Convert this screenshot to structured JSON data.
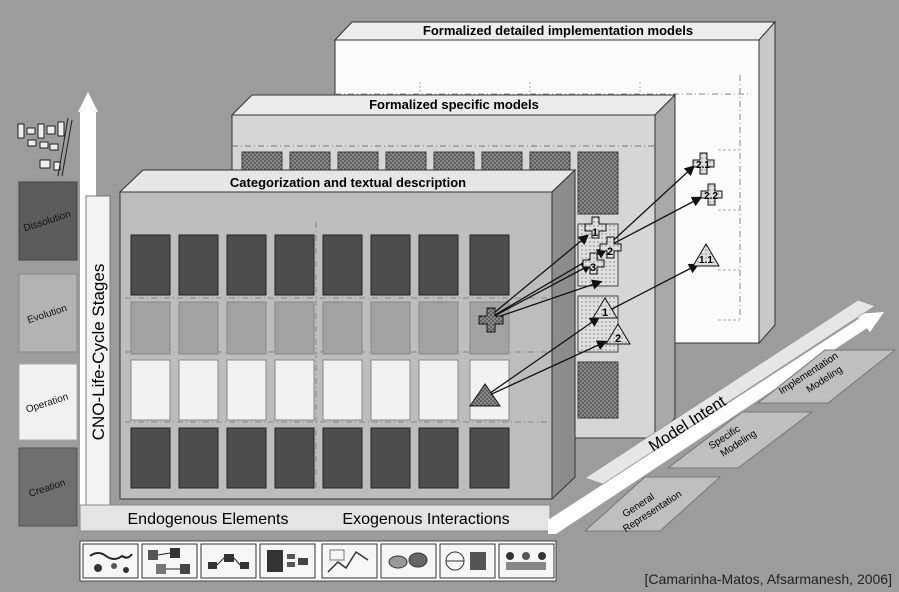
{
  "titles": {
    "back_box": "Formalized detailed implementation models",
    "mid_box": "Formalized specific models",
    "front_box": "Categorization and textual description"
  },
  "axes": {
    "vertical_label": "CNO-Life-Cycle Stages",
    "horizontal_left": "Endogenous Elements",
    "horizontal_right": "Exogenous Interactions",
    "depth_label": "Model Intent"
  },
  "stages": [
    "Dissolution",
    "Evolution",
    "Operation",
    "Creation"
  ],
  "model_intents": [
    [
      "General",
      "Representation"
    ],
    [
      "Specific",
      "Modeling"
    ],
    [
      "Implementation",
      "Modeling"
    ]
  ],
  "markers": {
    "cross_1": "1",
    "cross_2": "2",
    "cross_3": "3",
    "tri_1": "1",
    "tri_2": "2",
    "back_cross_21": "2.1",
    "back_cross_22": "2.2",
    "back_tri_11": "1.1"
  },
  "citation": "[Camarinha-Matos, Afsarmanesh, 2006]",
  "colors": {
    "background": "#9c9c9c",
    "dark_cell": "#4d4d4d",
    "mid_cell": "#a2a2a2",
    "light_cell": "#f2f2f2",
    "stage_dissolution": "#5c5c5c",
    "stage_evolution": "#b3b3b3",
    "stage_operation": "#f0f0f0",
    "stage_creation": "#6f6f6f"
  },
  "icons": [
    "world-map-icon",
    "network-nodes-icon",
    "process-flow-icon",
    "server-rack-icon",
    "chart-icon",
    "handshake-icon",
    "globe-building-icon",
    "connected-people-icon"
  ]
}
